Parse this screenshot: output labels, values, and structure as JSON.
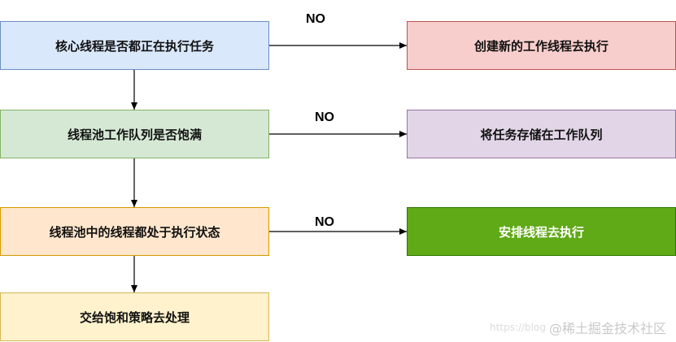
{
  "flow": {
    "check_core": "核心线程是否都正在执行任务",
    "create_thread": "创建新的工作线程去执行",
    "check_queue": "线程池工作队列是否饱满",
    "store_task": "将任务存储在工作队列",
    "check_pool": "线程池中的线程都处于执行状态",
    "arrange_thread": "安排线程去执行",
    "saturation_policy": "交给饱和策略去处理",
    "no_label_1": "NO",
    "no_label_2": "NO",
    "no_label_3": "NO"
  },
  "colors": {
    "blue_fill": "#dae8fc",
    "blue_border": "#6c8ebf",
    "red_fill": "#f8cecc",
    "red_border": "#b85450",
    "green_fill": "#d5e8d4",
    "green_border": "#82b366",
    "purple_fill": "#e1d5e7",
    "purple_border": "#9673a6",
    "orange_fill": "#ffe6cc",
    "orange_border": "#d79b00",
    "darkgreen_fill": "#60a917",
    "darkgreen_border": "#2d7600",
    "yellow_fill": "#fff2cc",
    "yellow_border": "#d6b656"
  },
  "watermark": {
    "text": "@稀土掘金技术社区",
    "url_fragment": "https://blog"
  }
}
